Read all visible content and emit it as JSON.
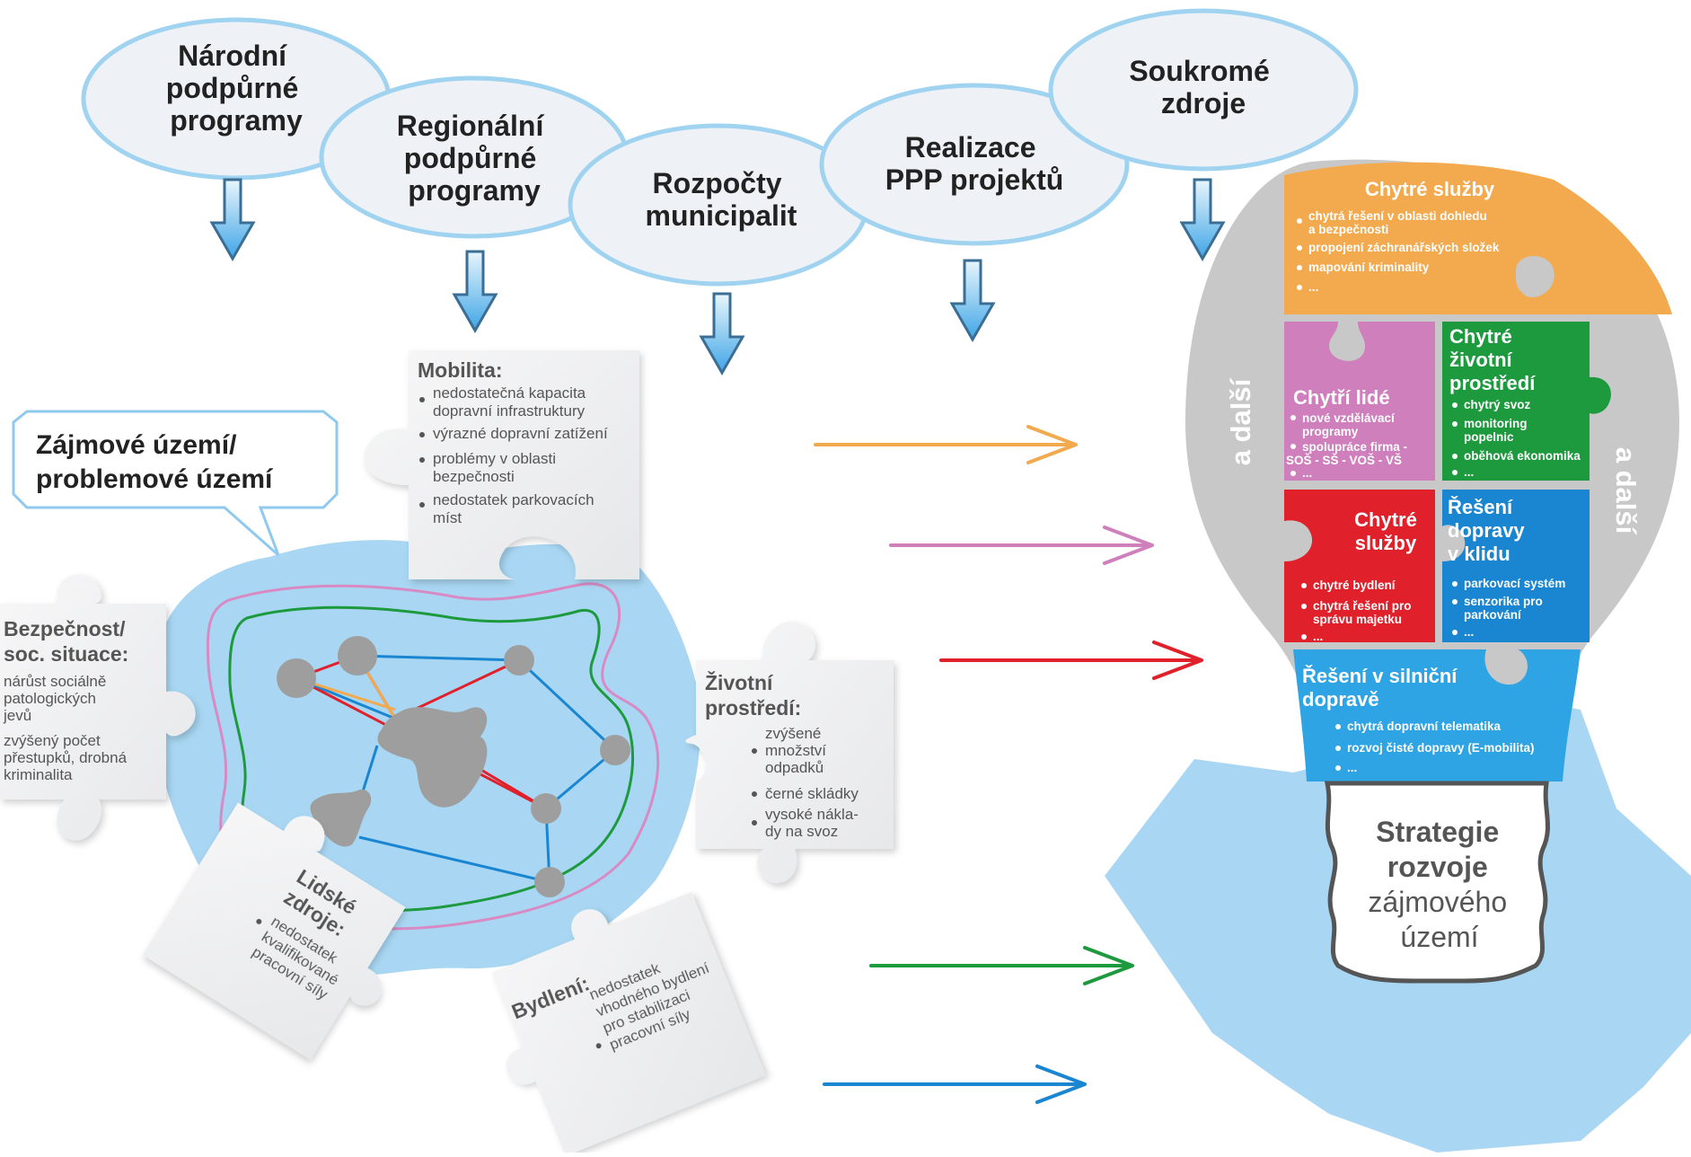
{
  "sources": [
    {
      "id": "narodni",
      "lines": [
        "Národní",
        "podpůrné",
        "programy"
      ]
    },
    {
      "id": "regionalni",
      "lines": [
        "Regionální",
        "podpůrné",
        "programy"
      ]
    },
    {
      "id": "rozpocty",
      "lines": [
        "Rozpočty",
        "municipalit"
      ]
    },
    {
      "id": "ppp",
      "lines": [
        "Realizace",
        "PPP projektů"
      ]
    },
    {
      "id": "soukrome",
      "lines": [
        "Soukromé",
        "zdroje"
      ]
    }
  ],
  "callout": {
    "lines": [
      "Zájmové území/",
      "problemové území"
    ]
  },
  "problems": {
    "mobilita": {
      "title": "Mobilita:",
      "items": [
        [
          "nedostatečná kapacita",
          "dopravní infrastruktury"
        ],
        [
          "výrazné dopravní zatížení"
        ],
        [
          "problémy v oblasti",
          "bezpečnosti"
        ],
        [
          "nedostatek parkovacích",
          "míst"
        ]
      ]
    },
    "bezpecnost": {
      "title": [
        "Bezpečnost/",
        "soc. situace:"
      ],
      "items": [
        [
          "nárůst sociálně",
          "patologických",
          "jevů"
        ],
        [
          "zvýšený počet",
          "přestupků, drobná",
          "kriminalita"
        ]
      ]
    },
    "zivotni": {
      "title": [
        "Životní",
        "prostředí:"
      ],
      "items": [
        [
          "zvýšené",
          "množství",
          "odpadků"
        ],
        [
          "černé skládky"
        ],
        [
          "vysoké nákla-",
          "dy na svoz"
        ]
      ]
    },
    "lidske": {
      "title": [
        "Lidské",
        "zdroje:"
      ],
      "items": [
        [
          "nedostatek",
          "kvalifikované",
          "pracovní síly"
        ]
      ]
    },
    "bydleni": {
      "title": "Bydlení:",
      "items": [
        [
          "nedostatek",
          "vhodného bydlení",
          "pro stabilizaci",
          "pracovní síly"
        ]
      ]
    }
  },
  "bulb": {
    "chytre_sluzby_top": {
      "title": "Chytré služby",
      "items": [
        [
          "chytrá řešení v oblasti dohledu",
          "a bezpečnosti"
        ],
        [
          "propojení záchranářských složek"
        ],
        [
          "mapování kriminality"
        ],
        [
          "..."
        ]
      ]
    },
    "chytri_lide": {
      "title": "Chytří lidé",
      "items": [
        [
          "nové vzdělávací",
          "programy"
        ],
        [
          "spolupráce firma -",
          "SOŠ - SŠ - VOŠ - VŠ"
        ],
        [
          "..."
        ]
      ]
    },
    "zivotni_prostredi": {
      "title": [
        "Chytré",
        "životní",
        "prostředí"
      ],
      "items": [
        [
          "chytrý svoz"
        ],
        [
          "monitoring",
          "popelnic"
        ],
        [
          "oběhová ekonomika"
        ],
        [
          "..."
        ]
      ]
    },
    "chytre_sluzby_mid": {
      "title": [
        "Chytré",
        "služby"
      ],
      "items": [
        [
          "chytré bydlení"
        ],
        [
          "chytrá řešení pro",
          "správu majetku"
        ],
        [
          "..."
        ]
      ]
    },
    "doprava_klid": {
      "title": [
        "Řešení",
        "dopravy",
        "v klidu"
      ],
      "items": [
        [
          "parkovací systém"
        ],
        [
          "senzorika pro",
          "parkování"
        ],
        [
          "..."
        ]
      ]
    },
    "silnicni": {
      "title": [
        "Řešení v silniční",
        "dopravě"
      ],
      "items": [
        [
          "chytrá dopravní telematika"
        ],
        [
          "rozvoj čisté dopravy (E-mobilita)"
        ],
        [
          "..."
        ]
      ]
    },
    "a_dalsi_left": "a další",
    "a_dalsi_right": "a další",
    "base": {
      "bold": [
        "Strategie",
        "rozvoje"
      ],
      "regular": [
        "zájmového",
        "území"
      ]
    }
  },
  "colors": {
    "orange": "#f3a94e",
    "pink": "#cf7fbc",
    "green": "#1d9a3e",
    "red": "#e0202a",
    "blue": "#1a86d1",
    "lightblue": "#2ea4e4",
    "gray": "#c8c8c8",
    "water": "#a9d7f3",
    "ellipse_stroke": "#9fd3f0"
  }
}
